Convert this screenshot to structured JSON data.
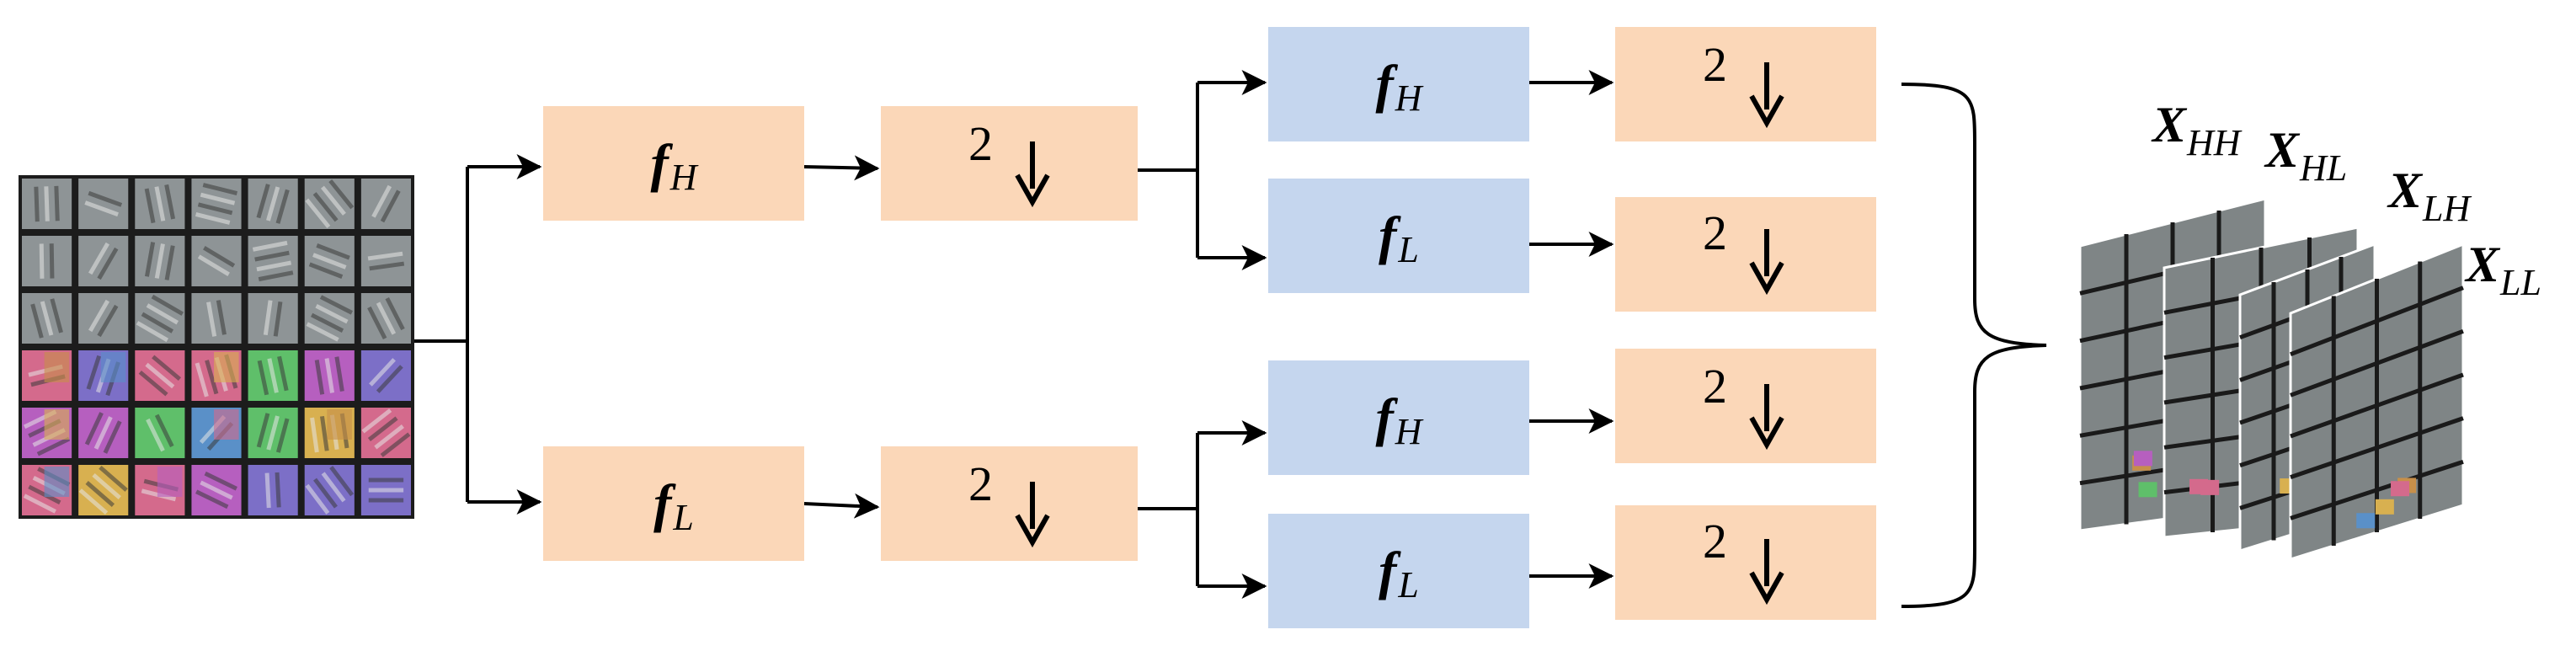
{
  "colors": {
    "orange_box": "#fbd7b8",
    "blue_box": "#c5d6ee",
    "line": "#000000"
  },
  "level1": {
    "top_filter": {
      "symbol": "f",
      "sub": "H"
    },
    "bottom_filter": {
      "symbol": "f",
      "sub": "L"
    },
    "downsample": "2"
  },
  "level2": {
    "filters": [
      {
        "symbol": "f",
        "sub": "H"
      },
      {
        "symbol": "f",
        "sub": "L"
      },
      {
        "symbol": "f",
        "sub": "H"
      },
      {
        "symbol": "f",
        "sub": "L"
      }
    ],
    "downsample": "2"
  },
  "outputs": [
    {
      "symbol": "X",
      "sub": "HH"
    },
    {
      "symbol": "X",
      "sub": "HL"
    },
    {
      "symbol": "X",
      "sub": "LH"
    },
    {
      "symbol": "X",
      "sub": "LL"
    }
  ],
  "input_grid": {
    "rows": 6,
    "cols": 7
  },
  "icons": [
    "down-arrow-icon",
    "arrow-head-icon",
    "curly-brace-icon"
  ]
}
